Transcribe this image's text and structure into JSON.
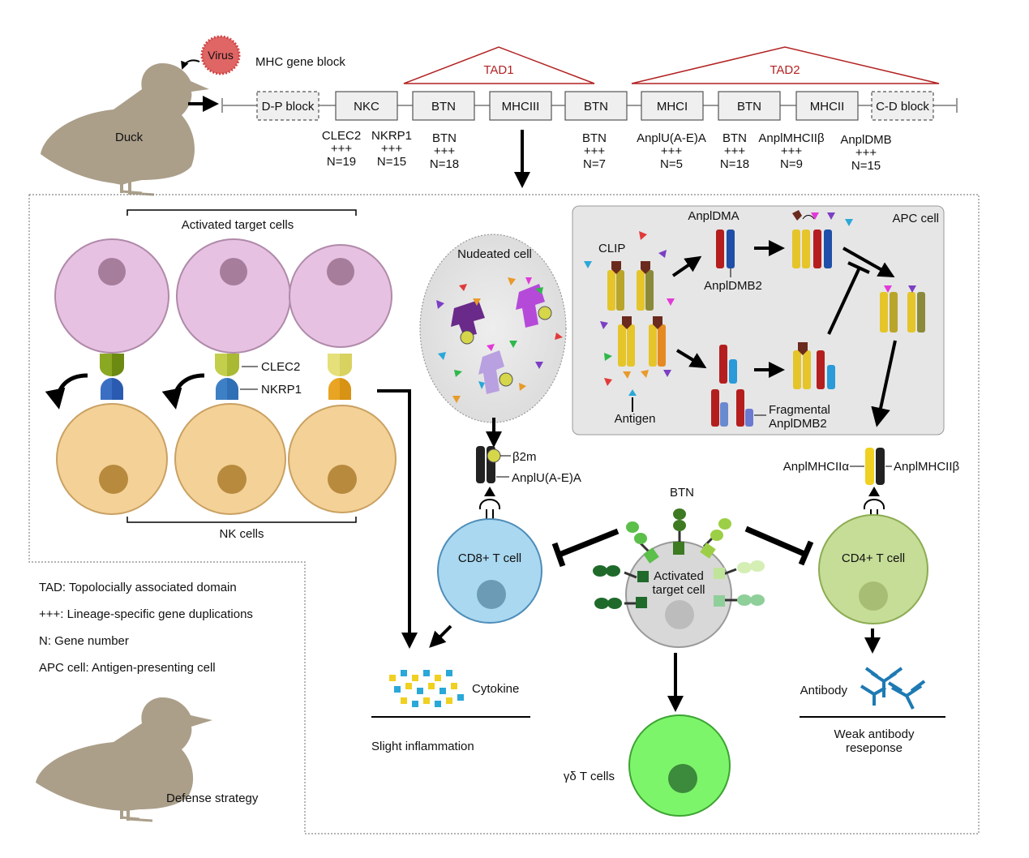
{
  "virus": "Virus",
  "block_title": "MHC gene block",
  "duck_label": "Duck",
  "tad1": "TAD1",
  "tad2": "TAD2",
  "genes": [
    {
      "name": "D-P block",
      "dashed": true
    },
    {
      "name": "NKC"
    },
    {
      "name": "BTN"
    },
    {
      "name": "MHCIII"
    },
    {
      "name": "BTN"
    },
    {
      "name": "MHCI"
    },
    {
      "name": "BTN"
    },
    {
      "name": "MHCII"
    },
    {
      "name": "C-D block",
      "dashed": true
    }
  ],
  "duplications": [
    {
      "gene": "CLEC2",
      "mark": "+++",
      "n": "N=19"
    },
    {
      "gene": "NKRP1",
      "mark": "+++",
      "n": "N=15"
    },
    {
      "gene": "BTN",
      "mark": "+++",
      "n": "N=18"
    },
    {
      "gene": "BTN",
      "mark": "+++",
      "n": "N=7"
    },
    {
      "gene": "AnplU(A-E)A",
      "mark": "+++",
      "n": "N=5"
    },
    {
      "gene": "BTN",
      "mark": "+++",
      "n": "N=18"
    },
    {
      "gene": "AnplMHCIIβ",
      "mark": "+++",
      "n": "N=9"
    },
    {
      "gene": "AnplDMB",
      "mark": "+++",
      "n": "N=15"
    }
  ],
  "nk": {
    "activated_label": "Activated target cells",
    "clec2": "CLEC2",
    "nkrp1": "NKRP1",
    "nk_label": "NK cells"
  },
  "nucleated": {
    "title": "Nudeated cell",
    "b2m": "β2m",
    "anplu": "AnplU(A-E)A"
  },
  "apc": {
    "title": "APC cell",
    "clip": "CLIP",
    "antigen": "Antigen",
    "dma": "AnplDMA",
    "dmb2": "AnplDMB2",
    "frag1": "Fragmental",
    "frag2": "AnplDMB2"
  },
  "mhc2": {
    "alpha": "AnplMHCIIα",
    "beta": "AnplMHCIIβ"
  },
  "cells": {
    "cd8": "CD8+ T cell",
    "cd4": "CD4+ T cell",
    "btn": "BTN",
    "target1": "Activated",
    "target2": "target cell",
    "gd": "γδ T cells"
  },
  "outcomes": {
    "cytokine": "Cytokine",
    "inflammation": "Slight inflammation",
    "antibody": "Antibody",
    "weak1": "Weak antibody",
    "weak2": "reseponse"
  },
  "legend": [
    "TAD: Topolocially associated domain",
    "+++: Lineage-specific gene duplications",
    "N: Gene number",
    "APC cell: Antigen-presenting cell"
  ],
  "defense": "Defense strategy",
  "colors": {
    "target_cell": "#e6c1e1",
    "nk_cell": "#f3d197",
    "cd8": "#a9d8f0",
    "cd4": "#c6dd98",
    "gd": "#7df56a",
    "tad": "#b22222",
    "duck": "#ab9f8a",
    "virus": "#e06565"
  }
}
